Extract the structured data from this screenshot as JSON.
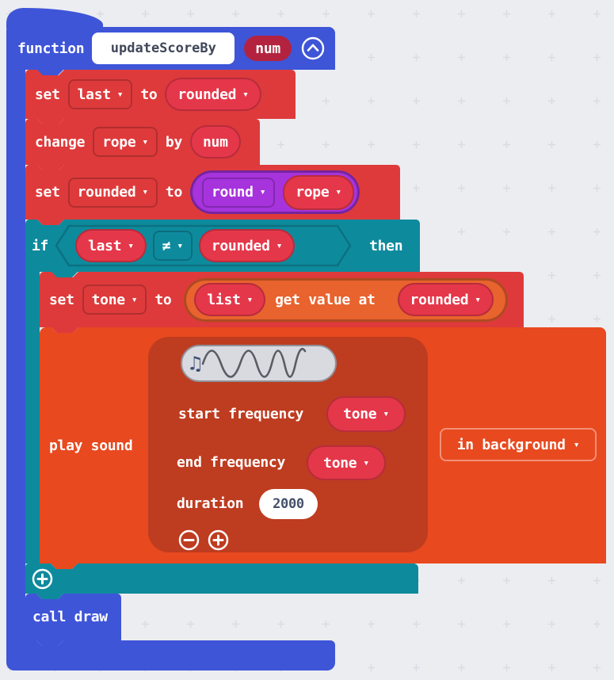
{
  "colors": {
    "bg": "#ECEDF1",
    "blue": "#3E55D8",
    "red": "#DE3A3B",
    "pill": "#E5374A",
    "param": "#B3233F",
    "teal": "#0E8A9D",
    "purple": "#A633DC",
    "orange": "#E8632D",
    "play_outer": "#E8491F",
    "play_inner": "#BE3C20"
  },
  "icons": {
    "dropdown_arrow": "▾",
    "music_note": "♫"
  },
  "function": {
    "keyword": "function",
    "name": "updateScoreBy",
    "param": "num"
  },
  "set_last": {
    "set": "set",
    "variable": "last",
    "to": "to",
    "value": "rounded"
  },
  "change_rope": {
    "change": "change",
    "variable": "rope",
    "by": "by",
    "value": "num"
  },
  "set_rounded": {
    "set": "set",
    "variable": "rounded",
    "to": "to",
    "operator": "round",
    "operand": "rope"
  },
  "if_block": {
    "if": "if",
    "left": "last",
    "operator": "≠",
    "right": "rounded",
    "then": "then"
  },
  "set_tone": {
    "set": "set",
    "variable": "tone",
    "to": "to",
    "list": "list",
    "accessor": "get value at",
    "index": "rounded"
  },
  "play_sound": {
    "label": "play sound",
    "start_frequency_label": "start frequency",
    "start_frequency": "tone",
    "end_frequency_label": "end frequency",
    "end_frequency": "tone",
    "duration_label": "duration",
    "duration": "2000",
    "mode": "in background"
  },
  "call_draw": {
    "label": "call draw"
  }
}
